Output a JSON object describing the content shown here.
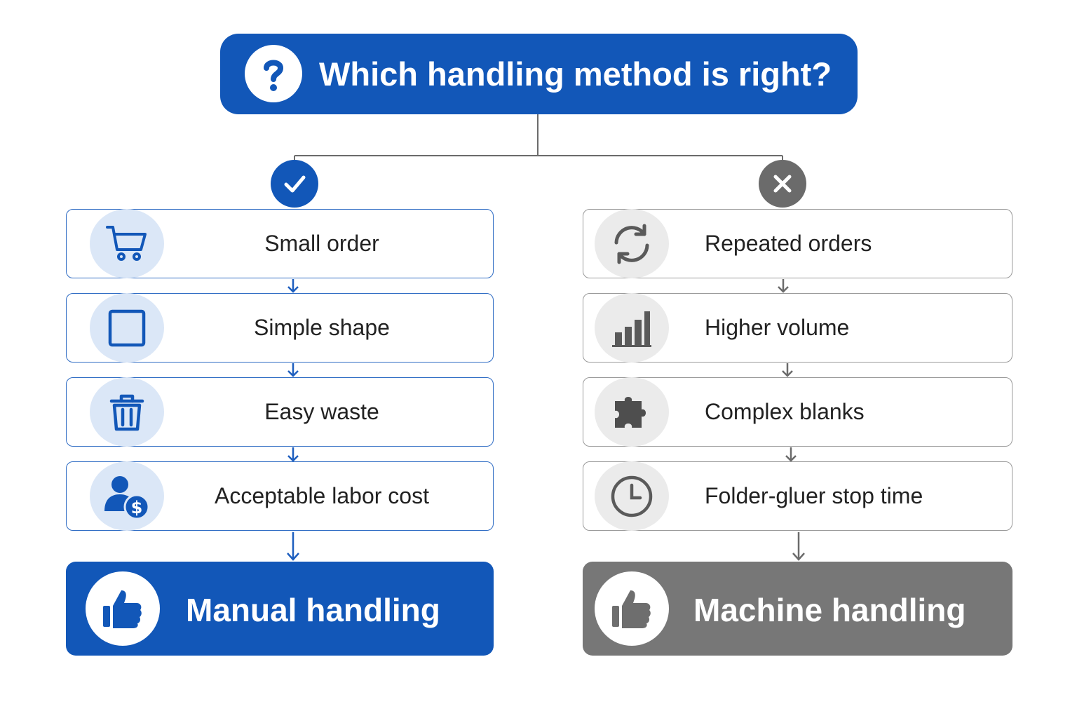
{
  "header": {
    "title": "Which handling method is right?",
    "icon": "question-icon"
  },
  "colors": {
    "primary_blue": "#1257b8",
    "light_blue": "#dbe7f7",
    "gray": "#777777",
    "light_gray": "#ebebeb",
    "line": "#6b6b6b"
  },
  "branches": {
    "left": {
      "badge_icon": "check-icon",
      "items": [
        {
          "label": "Small order",
          "icon": "shopping-cart-icon"
        },
        {
          "label": "Simple shape",
          "icon": "square-icon"
        },
        {
          "label": "Easy waste",
          "icon": "trash-icon"
        },
        {
          "label": "Acceptable labor cost",
          "icon": "person-dollar-icon"
        }
      ],
      "result": {
        "label": "Manual handling",
        "icon": "thumbs-up-icon"
      }
    },
    "right": {
      "badge_icon": "close-icon",
      "items": [
        {
          "label": "Repeated orders",
          "icon": "refresh-icon"
        },
        {
          "label": "Higher volume",
          "icon": "bar-chart-icon"
        },
        {
          "label": "Complex blanks",
          "icon": "puzzle-icon"
        },
        {
          "label": "Folder-gluer stop time",
          "icon": "clock-icon"
        }
      ],
      "result": {
        "label": "Machine handling",
        "icon": "thumbs-up-icon"
      }
    }
  }
}
